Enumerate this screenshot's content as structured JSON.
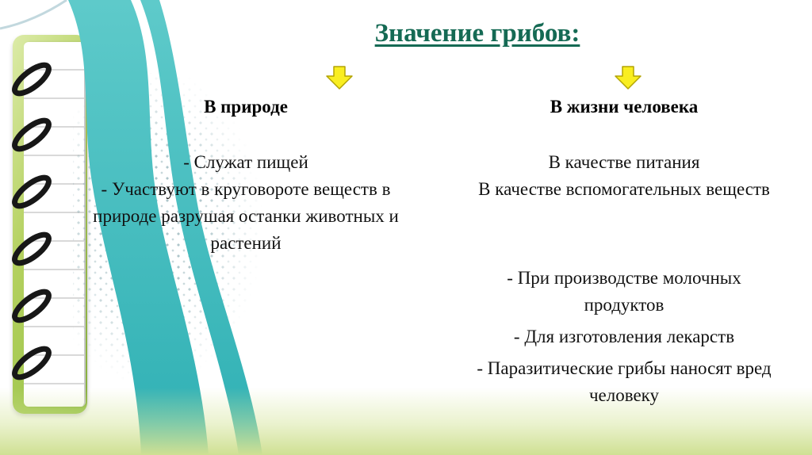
{
  "slide": {
    "title": "Значение грибов:",
    "left_column": {
      "heading": "В природе",
      "items": [
        "- Служат пищей",
        "- Участвуют в круговороте веществ в природе разрушая останки животных и растений"
      ]
    },
    "right_column": {
      "heading": "В жизни человека",
      "items": [
        "В качестве питания",
        "В качестве вспомогательных веществ",
        "- При производстве молочных продуктов",
        "- Для изготовления лекарств",
        "- Паразитические грибы наносят вред человеку"
      ]
    },
    "colors": {
      "title": "#156a54",
      "arrow_fill": "#f9ee21",
      "arrow_stroke": "#b3a404",
      "ribbon_teal": "#3cb6b8",
      "notebook_green": "#a7c94f",
      "bottom_gradient": "#cfe093",
      "dots": "#608e97",
      "body_text": "#121212"
    }
  }
}
